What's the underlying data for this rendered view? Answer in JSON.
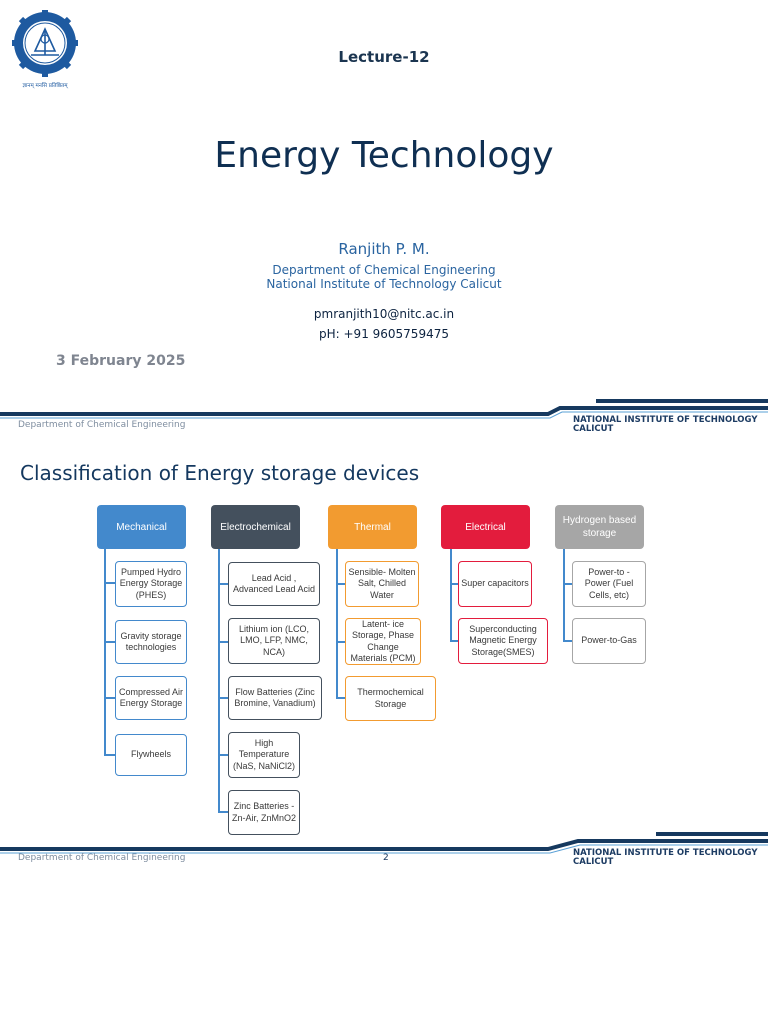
{
  "slide1": {
    "logo": {
      "name": "nit-calicut-logo",
      "caption": "ज्ञानम् मनसि प्रतिष्ठितम्"
    },
    "lecture": "Lecture-12",
    "title": "Energy Technology",
    "author": "Ranjith P. M.",
    "department": "Department of Chemical Engineering",
    "institute": "National Institute of Technology Calicut",
    "email": "pmranjith10@nitc.ac.in",
    "phone": "pH: +91 9605759475",
    "date": "3 February 2025"
  },
  "footer": {
    "department": "Department of Chemical Engineering",
    "institute_line1": "NATIONAL INSTITUTE OF TECHNOLOGY",
    "institute_line2": "CALICUT"
  },
  "slide2": {
    "title": "Classification of Energy storage devices",
    "page_number": "2",
    "categories": [
      {
        "label": "Mechanical",
        "color": "#4389cc",
        "items": [
          "Pumped Hydro Energy Storage (PHES)",
          "Gravity storage technologies",
          "Compressed Air Energy Storage",
          "Flywheels"
        ]
      },
      {
        "label": "Electrochemical",
        "color": "#44505d",
        "items": [
          "Lead Acid , Advanced Lead Acid",
          "Lithium ion (LCO, LMO, LFP, NMC, NCA)",
          "Flow Batteries (Zinc Bromine, Vanadium)",
          "High Temperature (NaS, NaNiCl2)",
          "Zinc Batteries - Zn-Air, ZnMnO2"
        ]
      },
      {
        "label": "Thermal",
        "color": "#f29b30",
        "items": [
          "Sensible- Molten Salt, Chilled Water",
          "Latent- ice Storage, Phase Change Materials (PCM)",
          "Thermochemical Storage"
        ]
      },
      {
        "label": "Electrical",
        "color": "#e31c3d",
        "items": [
          "Super capacitors",
          "Superconducting Magnetic Energy Storage(SMES)"
        ]
      },
      {
        "label": "Hydrogen based storage",
        "color": "#a6a6a6",
        "items": [
          "Power-to - Power (Fuel Cells, etc)",
          "Power-to-Gas"
        ]
      }
    ]
  }
}
